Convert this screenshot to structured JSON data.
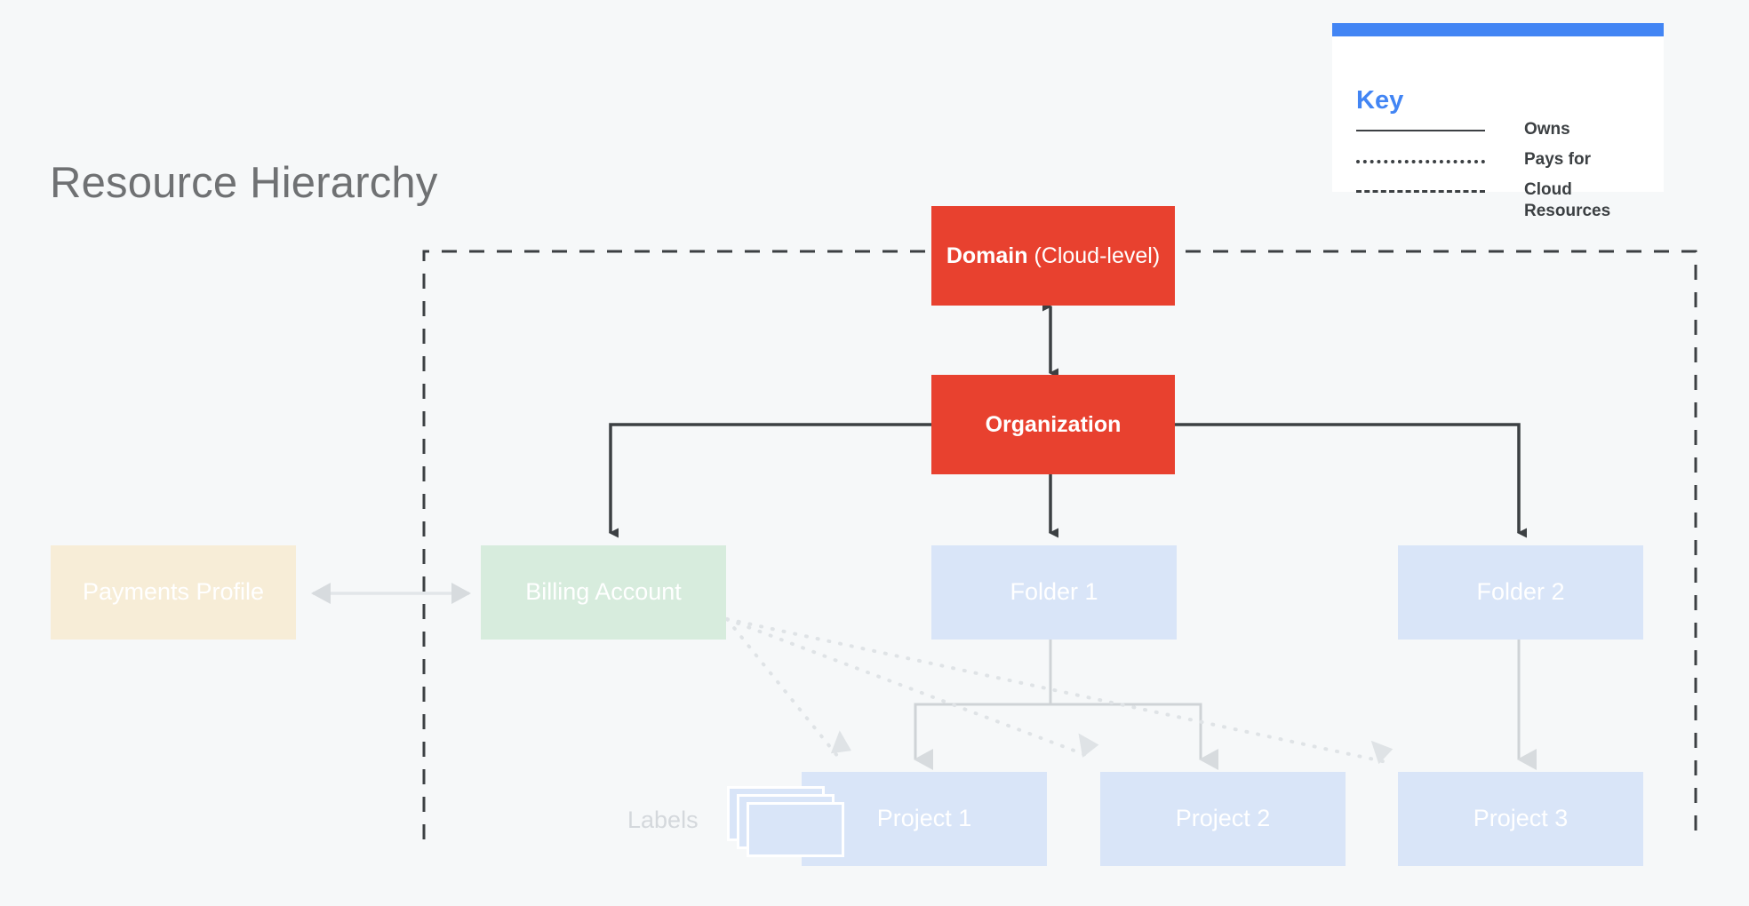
{
  "page": {
    "title": "Resource Hierarchy",
    "background_color": "#f6f8f9"
  },
  "colors": {
    "red": "#e8412f",
    "green": "#d7ecdd",
    "cream": "#f7edd7",
    "blue": "#d9e5f8",
    "key_accent": "#4285f4",
    "title_gray": "#6f7173",
    "connector_dark": "#3c4043",
    "connector_light": "#cfd3d6"
  },
  "key": {
    "title": "Key",
    "rows": [
      {
        "style": "solid",
        "label": "Owns"
      },
      {
        "style": "dotted",
        "label": "Pays for"
      },
      {
        "style": "dashed",
        "label": "Cloud Resources"
      }
    ]
  },
  "diagram": {
    "type": "hierarchy",
    "boundary_label": "Cloud Resources",
    "labels_caption": "Labels",
    "nodes": [
      {
        "id": "domain",
        "label_bold": "Domain",
        "label_rest": " (Cloud-level)",
        "kind": "red"
      },
      {
        "id": "organization",
        "label": "Organization",
        "kind": "red"
      },
      {
        "id": "payments",
        "label": "Payments Profile",
        "kind": "cream"
      },
      {
        "id": "billing",
        "label": "Billing Account",
        "kind": "green"
      },
      {
        "id": "folder1",
        "label": "Folder 1",
        "kind": "blue"
      },
      {
        "id": "folder2",
        "label": "Folder 2",
        "kind": "blue"
      },
      {
        "id": "project1",
        "label": "Project 1",
        "kind": "blue"
      },
      {
        "id": "project2",
        "label": "Project 2",
        "kind": "blue"
      },
      {
        "id": "project3",
        "label": "Project 3",
        "kind": "blue"
      }
    ],
    "edges": [
      {
        "from": "domain",
        "to": "organization",
        "type": "owns",
        "direction": "both"
      },
      {
        "from": "organization",
        "to": "billing",
        "type": "owns",
        "direction": "down"
      },
      {
        "from": "organization",
        "to": "folder1",
        "type": "owns",
        "direction": "down"
      },
      {
        "from": "organization",
        "to": "folder2",
        "type": "owns",
        "direction": "down"
      },
      {
        "from": "payments",
        "to": "billing",
        "type": "owns",
        "direction": "both"
      },
      {
        "from": "folder1",
        "to": "project1",
        "type": "owns",
        "direction": "down"
      },
      {
        "from": "folder1",
        "to": "project2",
        "type": "owns",
        "direction": "down"
      },
      {
        "from": "folder2",
        "to": "project3",
        "type": "owns",
        "direction": "down"
      },
      {
        "from": "billing",
        "to": "project1",
        "type": "pays-for",
        "direction": "down"
      },
      {
        "from": "billing",
        "to": "project2",
        "type": "pays-for",
        "direction": "down"
      },
      {
        "from": "billing",
        "to": "project3",
        "type": "pays-for",
        "direction": "down"
      }
    ]
  }
}
